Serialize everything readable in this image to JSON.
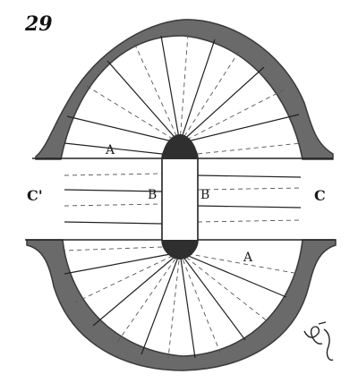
{
  "figure": {
    "number": "29",
    "labels": {
      "a_upper": "A",
      "a_lower": "A",
      "b_left": "B",
      "b_right": "B",
      "c_left": "C'",
      "c_right": "C"
    }
  },
  "colors": {
    "ink": "#1a1a1a",
    "wall": "#6a6a6a",
    "wall_dark": "#3a3a3a",
    "paper": "#ffffff"
  }
}
